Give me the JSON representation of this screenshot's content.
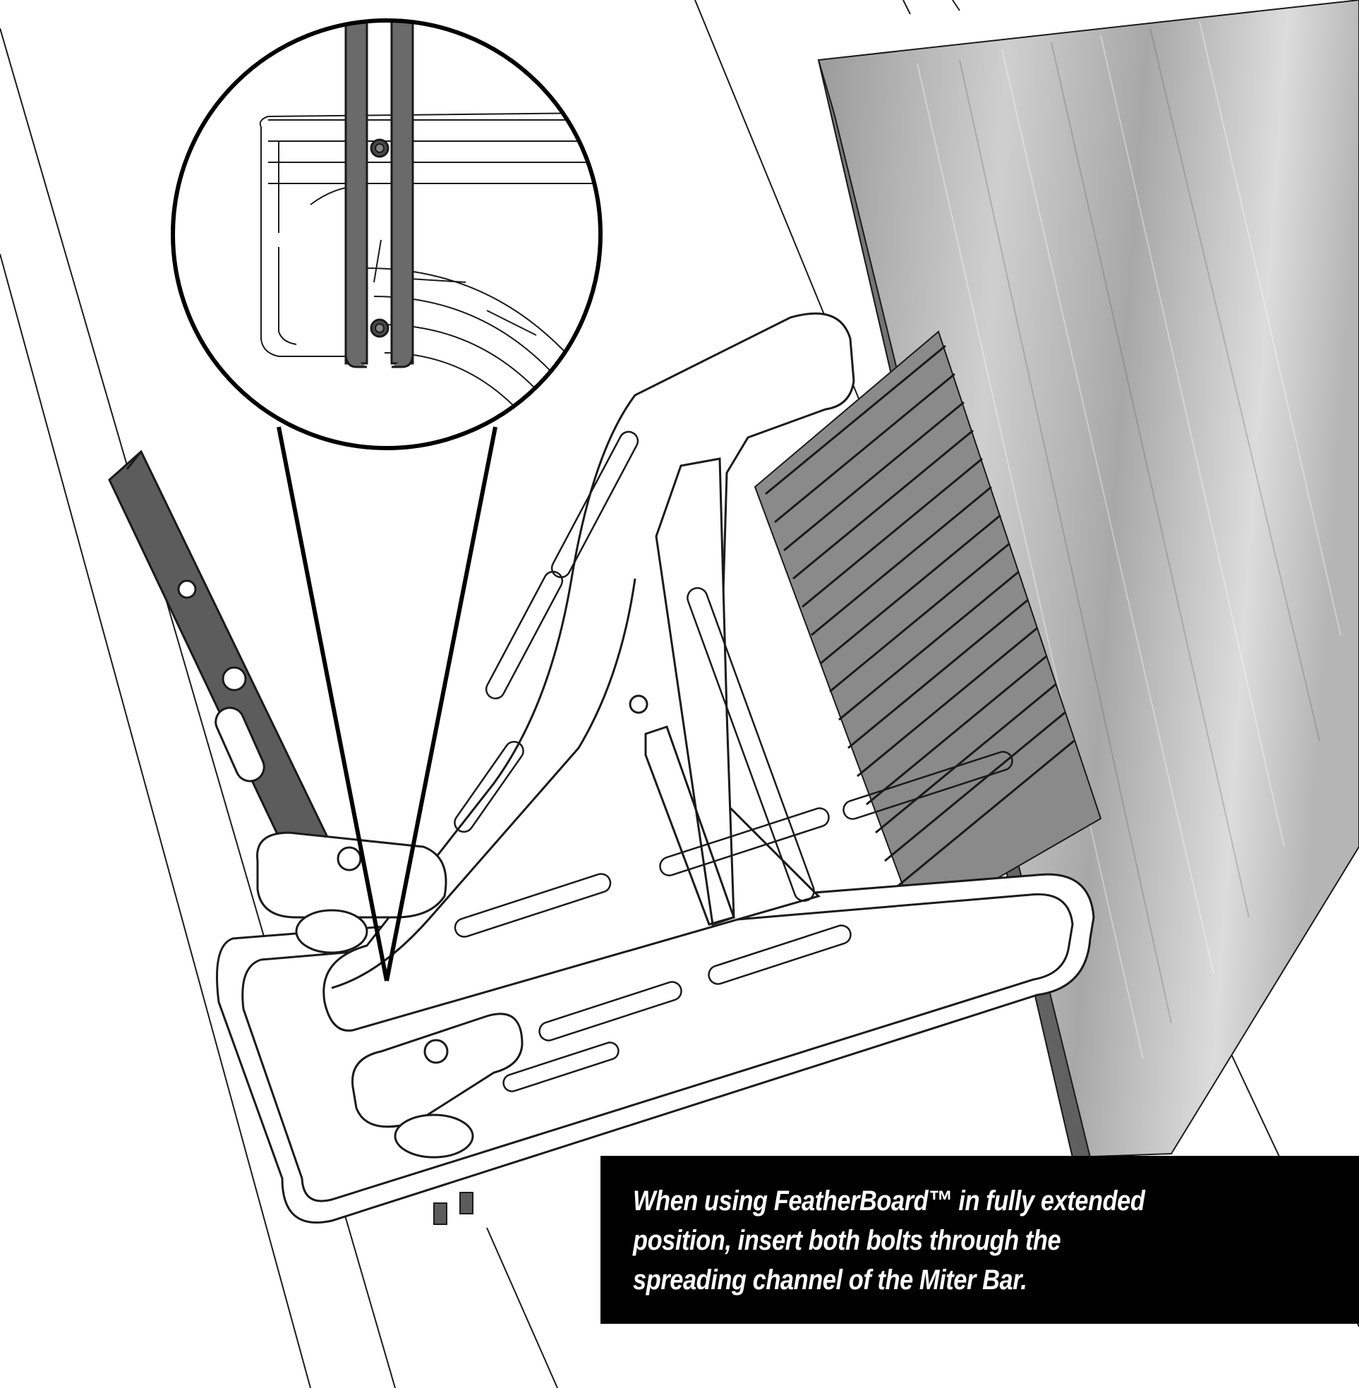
{
  "caption": {
    "line1": "When using FeatherBoard™ in fully extended",
    "line2": "position, insert both bolts through the",
    "line3": "spreading channel of the Miter Bar."
  },
  "colors": {
    "background": "#ffffff",
    "line": "#1a1a1a",
    "miter_bar": "#5c5c5c",
    "fence_light": "#d6d6d6",
    "fence_dark": "#6e6e6e",
    "caption_bg": "#000000",
    "caption_text": "#ffffff"
  }
}
